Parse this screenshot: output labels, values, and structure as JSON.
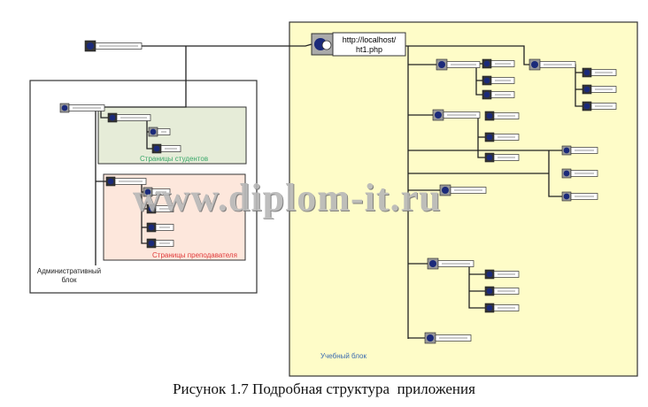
{
  "root_node": {
    "line1": "http://localhost/",
    "line2": "ht1.php"
  },
  "groups": {
    "students": {
      "label": "Страницы студентов",
      "color": "#3aa86a",
      "fill": "#e6ecd8"
    },
    "teachers": {
      "label": "Страницы преподавателя",
      "color": "#e03a3a",
      "fill": "#fde7dc"
    },
    "admin": {
      "line1": "Административный",
      "line2": "блок"
    },
    "learning": {
      "label": "Учебный блок",
      "color": "#3a6ab0",
      "fill": "#fefcc8"
    }
  },
  "watermark": "www.diplom-it.ru",
  "caption": "Рисунок 1.7 Подробная структура  приложения"
}
